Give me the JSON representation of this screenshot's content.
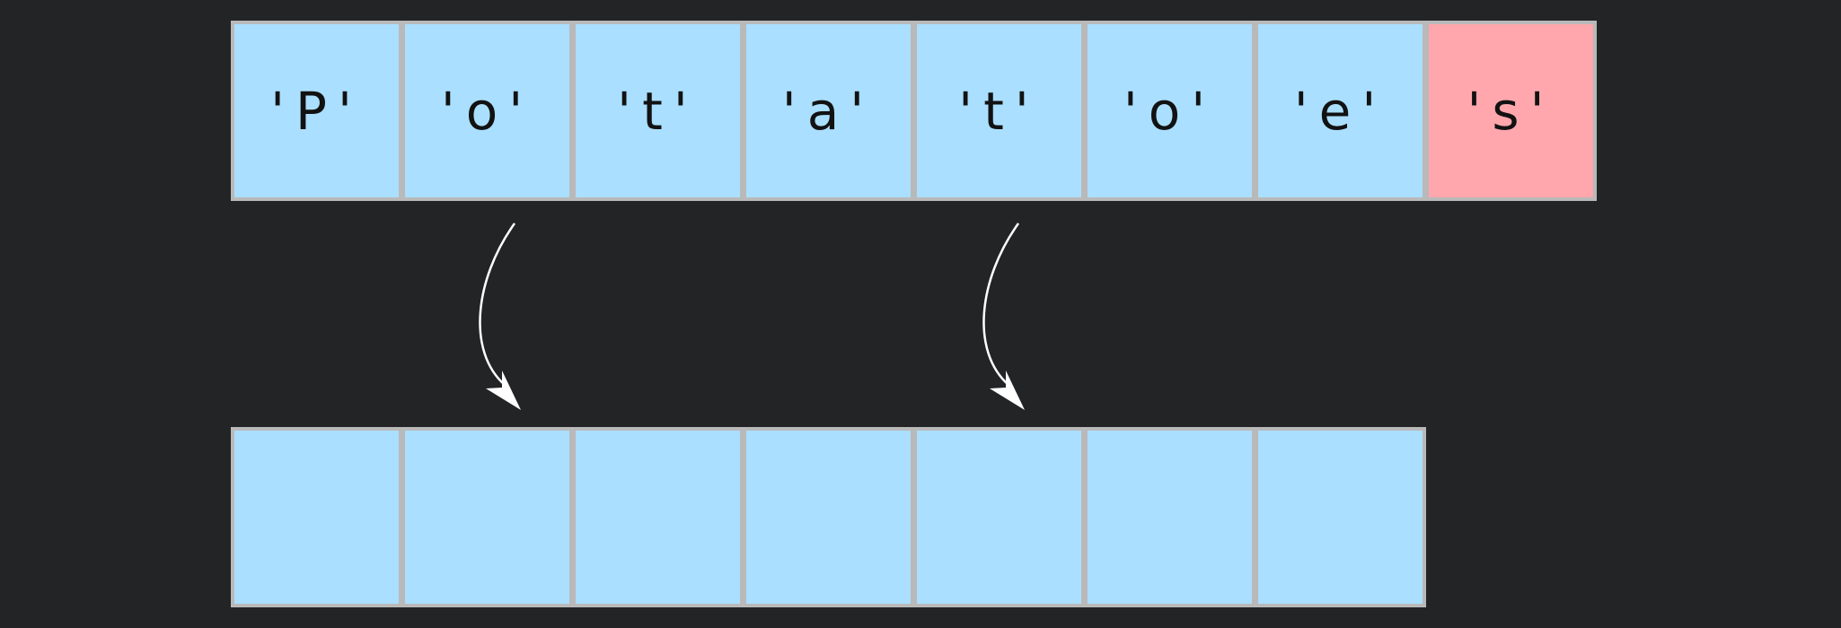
{
  "top_array": {
    "cells": [
      {
        "label": "'P'",
        "state": "normal"
      },
      {
        "label": "'o'",
        "state": "normal"
      },
      {
        "label": "'t'",
        "state": "normal"
      },
      {
        "label": "'a'",
        "state": "normal"
      },
      {
        "label": "'t'",
        "state": "normal"
      },
      {
        "label": "'o'",
        "state": "normal"
      },
      {
        "label": "'e'",
        "state": "normal"
      },
      {
        "label": "'s'",
        "state": "highlight"
      }
    ]
  },
  "bottom_array": {
    "cells": [
      {
        "label": ""
      },
      {
        "label": ""
      },
      {
        "label": ""
      },
      {
        "label": ""
      },
      {
        "label": ""
      },
      {
        "label": ""
      },
      {
        "label": ""
      }
    ]
  },
  "arrows": [
    {
      "name": "copy-arrow-1",
      "from_top_index": 1,
      "to_bottom_index": 1
    },
    {
      "name": "copy-arrow-2",
      "from_top_index": 4,
      "to_bottom_index": 4
    }
  ],
  "colors": {
    "background": "#232426",
    "cell_fill": "#aadfff",
    "cell_highlight_fill": "#ffa7ad",
    "cell_border": "#b9b9b9",
    "arrow": "#ffffff",
    "text": "#121212"
  }
}
